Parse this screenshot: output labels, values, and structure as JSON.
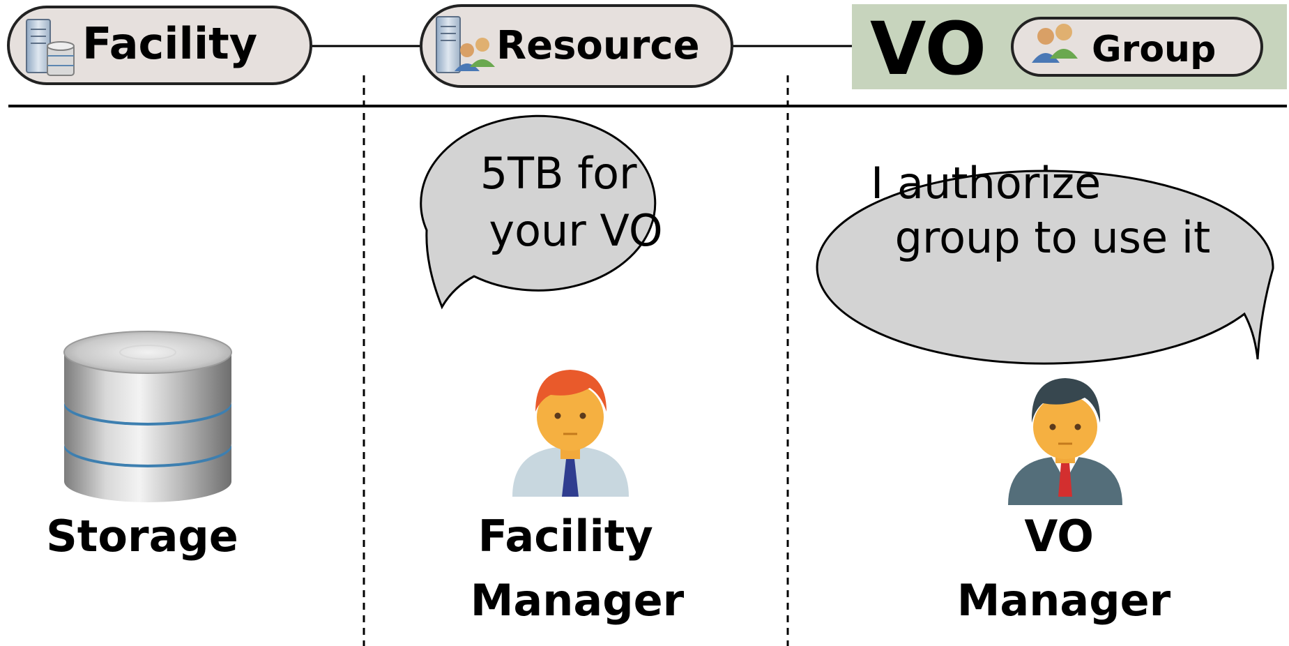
{
  "header": {
    "facility": {
      "label": "Facility",
      "icon": "server-storage-icon"
    },
    "resource": {
      "label": "Resource",
      "icon": "server-users-icon"
    },
    "vo": {
      "label": "VO",
      "group": {
        "label": "Group",
        "icon": "users-icon"
      }
    }
  },
  "columns": {
    "storage": {
      "label": "Storage",
      "icon": "database-icon"
    },
    "facility_manager": {
      "speech": [
        "5TB for",
        "your VO"
      ],
      "label_lines": [
        "Facility",
        "Manager"
      ],
      "icon": "manager-avatar-icon"
    },
    "vo_manager": {
      "speech": [
        "I authorize",
        "group to use it"
      ],
      "label_lines": [
        "VO",
        "Manager"
      ],
      "icon": "suit-manager-avatar-icon"
    }
  },
  "colors": {
    "pill_fill": "#e6e0dd",
    "vo_band": "#c7d4bd",
    "bubble_fill": "#d3d3d3",
    "line": "#000000"
  }
}
